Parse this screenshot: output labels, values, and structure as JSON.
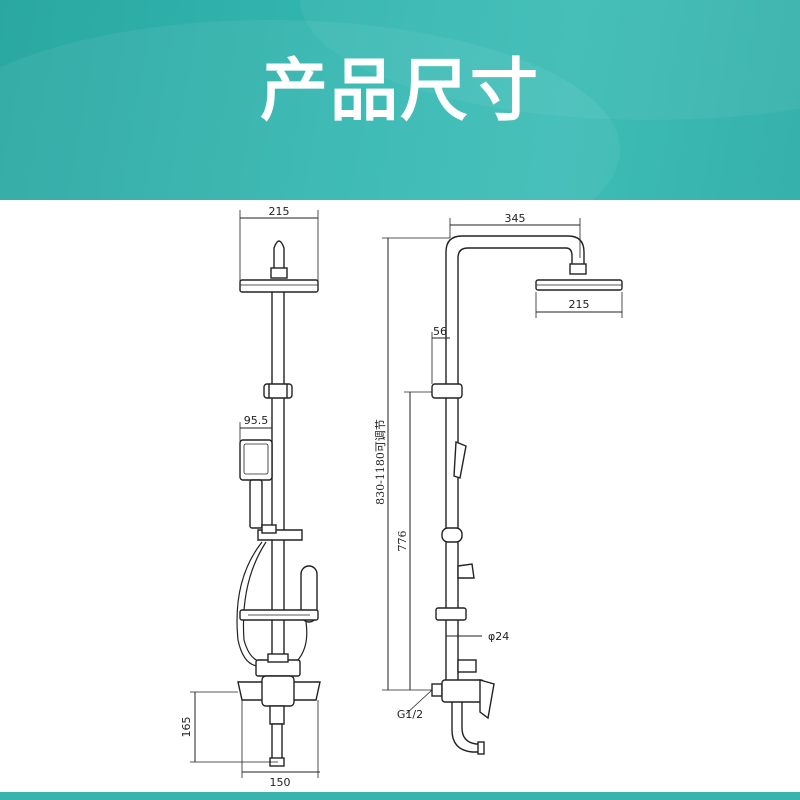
{
  "header": {
    "title": "产品尺寸",
    "background_color": "#34b7b1"
  },
  "front_view": {
    "dim_head_width": "215",
    "dim_handheld_width": "95.5",
    "dim_height_165": "165",
    "dim_width_150": "150"
  },
  "side_view": {
    "dim_arm_length": "345",
    "dim_head_width": "215",
    "dim_56": "56",
    "dim_adjustable_height": "830-1180可调节",
    "dim_776": "776",
    "dim_pipe_diameter": "φ24",
    "dim_thread": "G1/2"
  }
}
